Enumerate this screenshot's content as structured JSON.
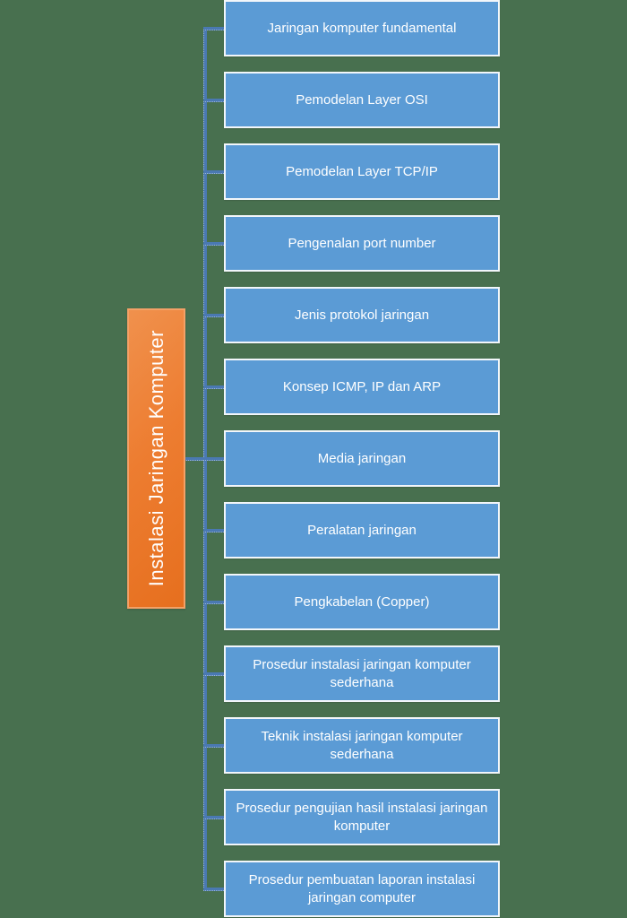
{
  "colors": {
    "background": "#48704F",
    "branch_fill": "#5B9BD5",
    "branch_border": "#F2F6FA",
    "root_fill": "#ED7D31",
    "root_border": "#F3A167",
    "connector": "#4A79B2",
    "text": "#FFFFFF"
  },
  "diagram": {
    "root": {
      "label": "Instalasi Jaringan Komputer"
    },
    "branches": [
      {
        "label": "Jaringan komputer fundamental"
      },
      {
        "label": "Pemodelan Layer OSI"
      },
      {
        "label": "Pemodelan Layer TCP/IP"
      },
      {
        "label": "Pengenalan port number"
      },
      {
        "label": "Jenis protokol jaringan"
      },
      {
        "label": "Konsep ICMP, IP dan ARP"
      },
      {
        "label": "Media jaringan"
      },
      {
        "label": "Peralatan jaringan"
      },
      {
        "label": "Pengkabelan (Copper)"
      },
      {
        "label": "Prosedur instalasi jaringan komputer sederhana"
      },
      {
        "label": "Teknik instalasi jaringan komputer sederhana"
      },
      {
        "label": "Prosedur pengujian hasil instalasi jaringan komputer"
      },
      {
        "label": "Prosedur pembuatan laporan instalasi jaringan computer"
      }
    ]
  }
}
